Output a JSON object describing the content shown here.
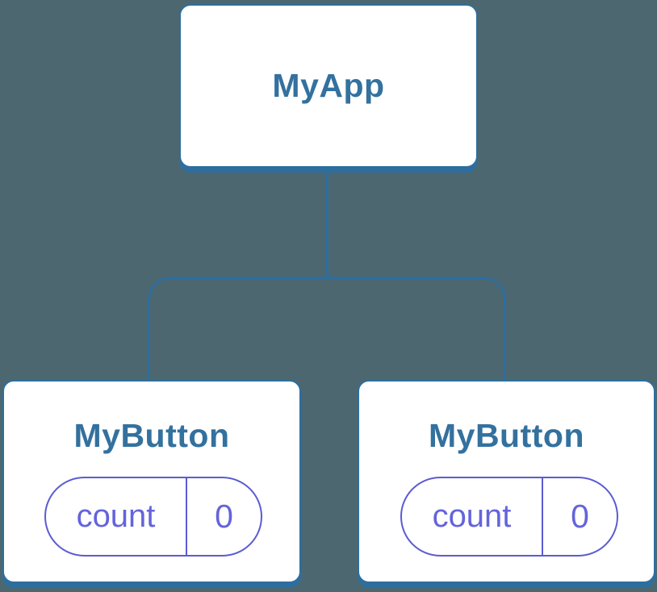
{
  "colors": {
    "background": "#4D6770",
    "connector": "#2E6E9E",
    "card_bg": "#FFFFFF",
    "title_text": "#33719E",
    "state_border": "#5B5BD3",
    "state_text": "#6464DC"
  },
  "tree": {
    "root": {
      "label": "MyApp"
    },
    "children": [
      {
        "label": "MyButton",
        "state": {
          "key": "count",
          "value": "0"
        }
      },
      {
        "label": "MyButton",
        "state": {
          "key": "count",
          "value": "0"
        }
      }
    ]
  }
}
